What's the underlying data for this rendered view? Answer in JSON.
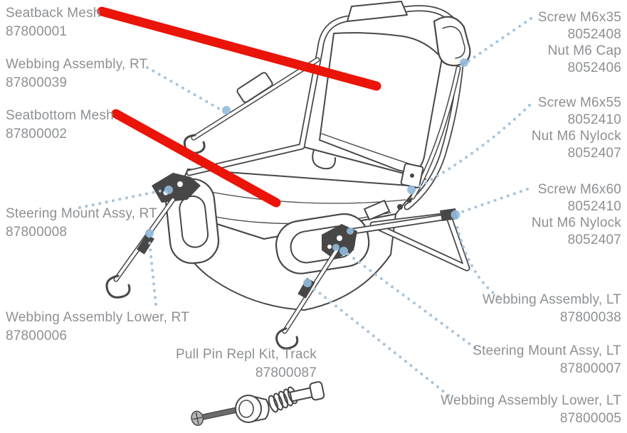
{
  "colors": {
    "annotation_red": "#ea1408",
    "label_text_gray": "#8d9093",
    "leader_dot_blue": "#a6c4dd",
    "target_dot_blue": "#93bbdb",
    "line_art_ink": "#474747"
  },
  "callouts": {
    "seatback_mesh": {
      "name": "Seatback Mesh",
      "part": "87800001"
    },
    "webbing_rt": {
      "name": "Webbing Assembly, RT",
      "part": "87800039"
    },
    "seatbottom_mesh": {
      "name": "Seatbottom Mesh",
      "part": "87800002"
    },
    "steering_rt": {
      "name": "Steering Mount Assy, RT",
      "part": "87800008"
    },
    "webbing_lower_rt": {
      "name": "Webbing Assembly Lower, RT",
      "part": "87800006"
    },
    "pull_pin": {
      "name": "Pull Pin Repl Kit, Track",
      "part": "87800087"
    },
    "screw_m6x35": {
      "lines": [
        "Screw M6x35",
        "8052408",
        "Nut M6 Cap",
        "8052406"
      ]
    },
    "screw_m6x55": {
      "lines": [
        "Screw M6x55",
        "8052410",
        "Nut M6 Nylock",
        "8052407"
      ]
    },
    "screw_m6x60": {
      "lines": [
        "Screw M6x60",
        "8052410",
        "Nut M6 Nylock",
        "8052407"
      ]
    },
    "webbing_lt": {
      "name": "Webbing Assembly, LT",
      "part": "87800038"
    },
    "steering_lt": {
      "name": "Steering Mount Assy, LT",
      "part": "87800007"
    },
    "webbing_lower_lt": {
      "name": "Webbing Assembly Lower, LT",
      "part": "87800005"
    }
  }
}
